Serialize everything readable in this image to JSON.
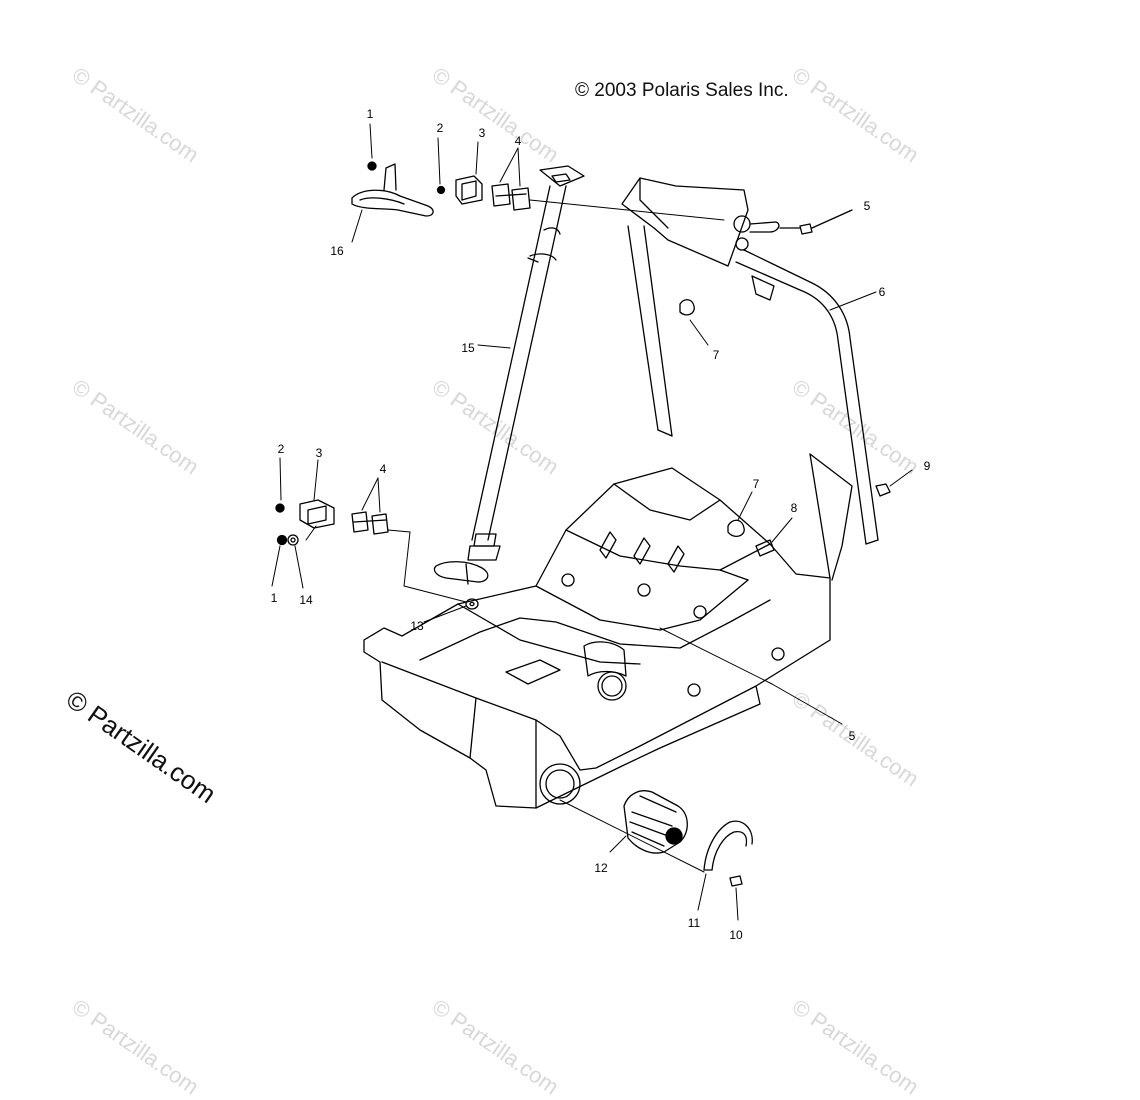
{
  "copyright": "© 2003 Polaris Sales Inc.",
  "watermark": "© Partzilla.com",
  "watermark_repeat": "© Partzilla.com",
  "callouts": {
    "c1": "1",
    "c2": "2",
    "c3": "3",
    "c4": "4",
    "c5": "5",
    "c16": "16",
    "c6": "6",
    "c7": "7",
    "c15": "15",
    "c9": "9",
    "c2b": "2",
    "c3b": "3",
    "c4b": "4",
    "c7b": "7",
    "c8": "8",
    "c1b": "1",
    "c14": "14",
    "c13": "13",
    "c5b": "5",
    "c12": "12",
    "c11": "11",
    "c10": "10"
  }
}
